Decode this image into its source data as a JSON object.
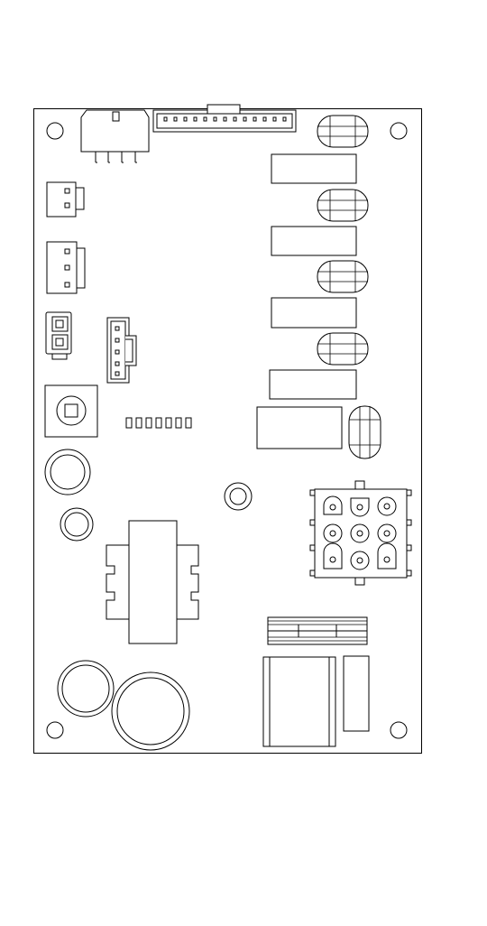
{
  "diagram": {
    "kind": "pcb-outline",
    "stroke_color": "#000000",
    "background_color": "#ffffff",
    "components": [
      "board-outline",
      "mounting-hole",
      "ribbon-header-connector",
      "vertical-pin-header",
      "two-pin-connector",
      "three-pin-connector",
      "polarized-connector",
      "side-entry-connector",
      "tactile-switch",
      "led-array",
      "capacitor",
      "relay",
      "fuse-holder",
      "rectangular-block",
      "nine-pin-power-connector",
      "transformer",
      "heatsink",
      "large-inductor",
      "capacitor-can"
    ]
  }
}
